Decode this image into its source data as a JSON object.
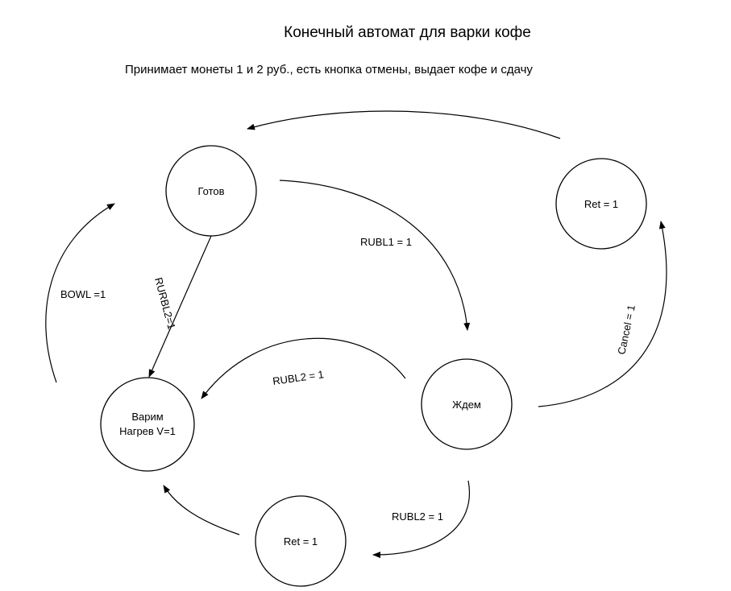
{
  "title": "Конечный автомат для варки кофе",
  "subtitle": "Принимает монеты 1 и 2 руб., есть кнопка отмены, выдает кофе и сдачу",
  "states": {
    "ready": "Готов",
    "ret_top": "Ret = 1",
    "wait": "Ждем",
    "brew_line1": "Варим",
    "brew_line2": "Нагрев V=1",
    "ret_bottom": "Ret = 1"
  },
  "transitions": {
    "ready_to_wait": "RUBL1 = 1",
    "ready_to_brew": "RURBL2=1",
    "wait_to_brew": "RUBL2 = 1",
    "wait_to_ret_top": "Cancel = 1",
    "wait_to_ret_bottom": "RUBL2 = 1",
    "brew_to_ready": "BOWL =1"
  }
}
